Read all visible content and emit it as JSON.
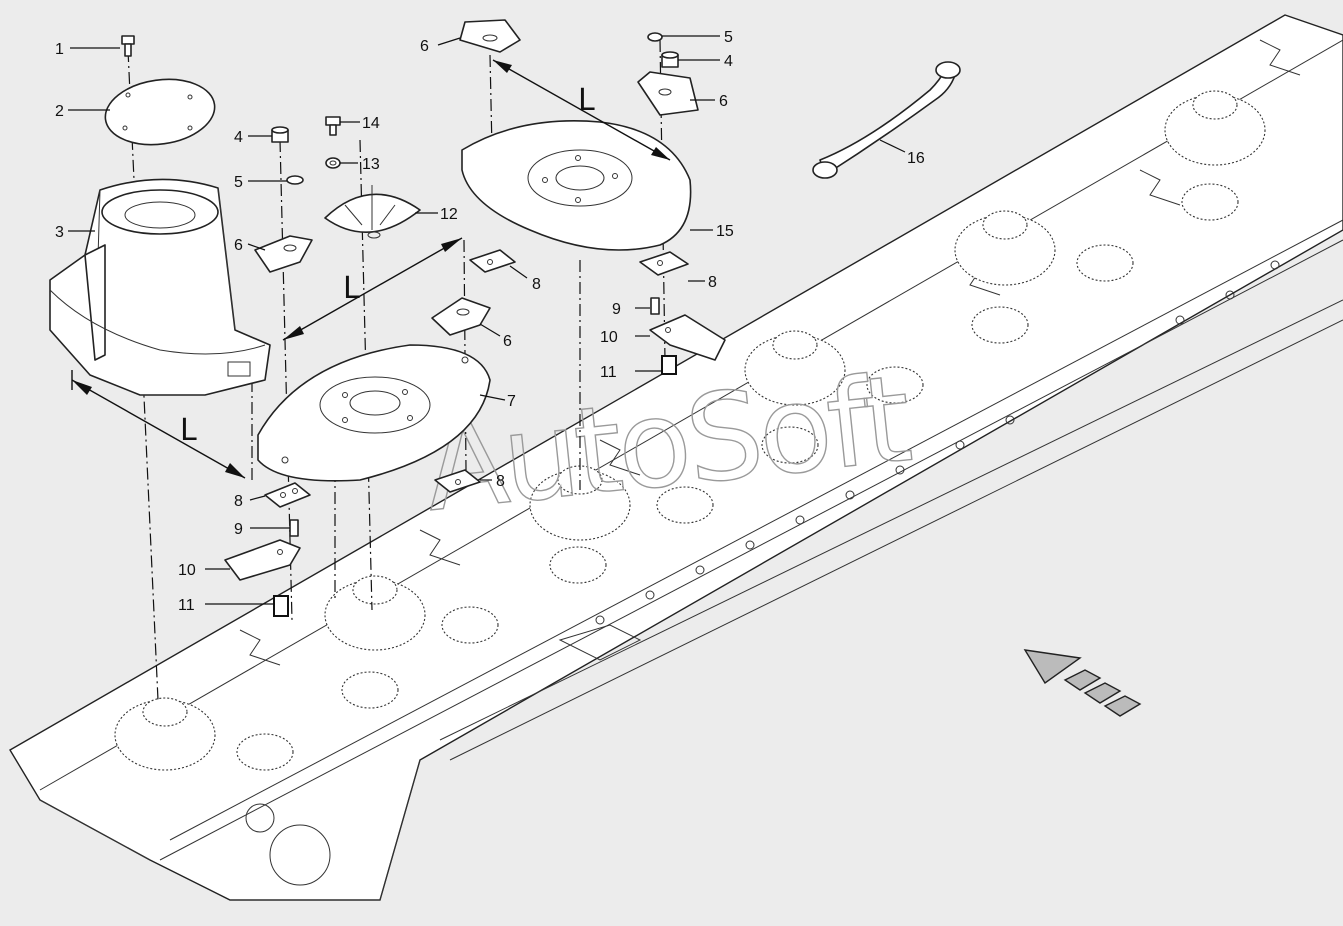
{
  "watermark": "AutoSoft",
  "dimension_label": "L",
  "callouts": [
    {
      "id": "c1",
      "text": "1"
    },
    {
      "id": "c2",
      "text": "2"
    },
    {
      "id": "c3",
      "text": "3"
    },
    {
      "id": "c4a",
      "text": "4"
    },
    {
      "id": "c5a",
      "text": "5"
    },
    {
      "id": "c6a",
      "text": "6"
    },
    {
      "id": "c8a",
      "text": "8"
    },
    {
      "id": "c9a",
      "text": "9"
    },
    {
      "id": "c10a",
      "text": "10"
    },
    {
      "id": "c11a",
      "text": "11"
    },
    {
      "id": "c14",
      "text": "14"
    },
    {
      "id": "c13",
      "text": "13"
    },
    {
      "id": "c12",
      "text": "12"
    },
    {
      "id": "c8b",
      "text": "8"
    },
    {
      "id": "c6b",
      "text": "6"
    },
    {
      "id": "c7",
      "text": "7"
    },
    {
      "id": "c8c",
      "text": "8"
    },
    {
      "id": "c6c",
      "text": "6"
    },
    {
      "id": "c5b",
      "text": "5"
    },
    {
      "id": "c4b",
      "text": "4"
    },
    {
      "id": "c6d",
      "text": "6"
    },
    {
      "id": "c15",
      "text": "15"
    },
    {
      "id": "c8d",
      "text": "8"
    },
    {
      "id": "c9b",
      "text": "9"
    },
    {
      "id": "c10b",
      "text": "10"
    },
    {
      "id": "c11b",
      "text": "11"
    },
    {
      "id": "c16",
      "text": "16"
    }
  ]
}
